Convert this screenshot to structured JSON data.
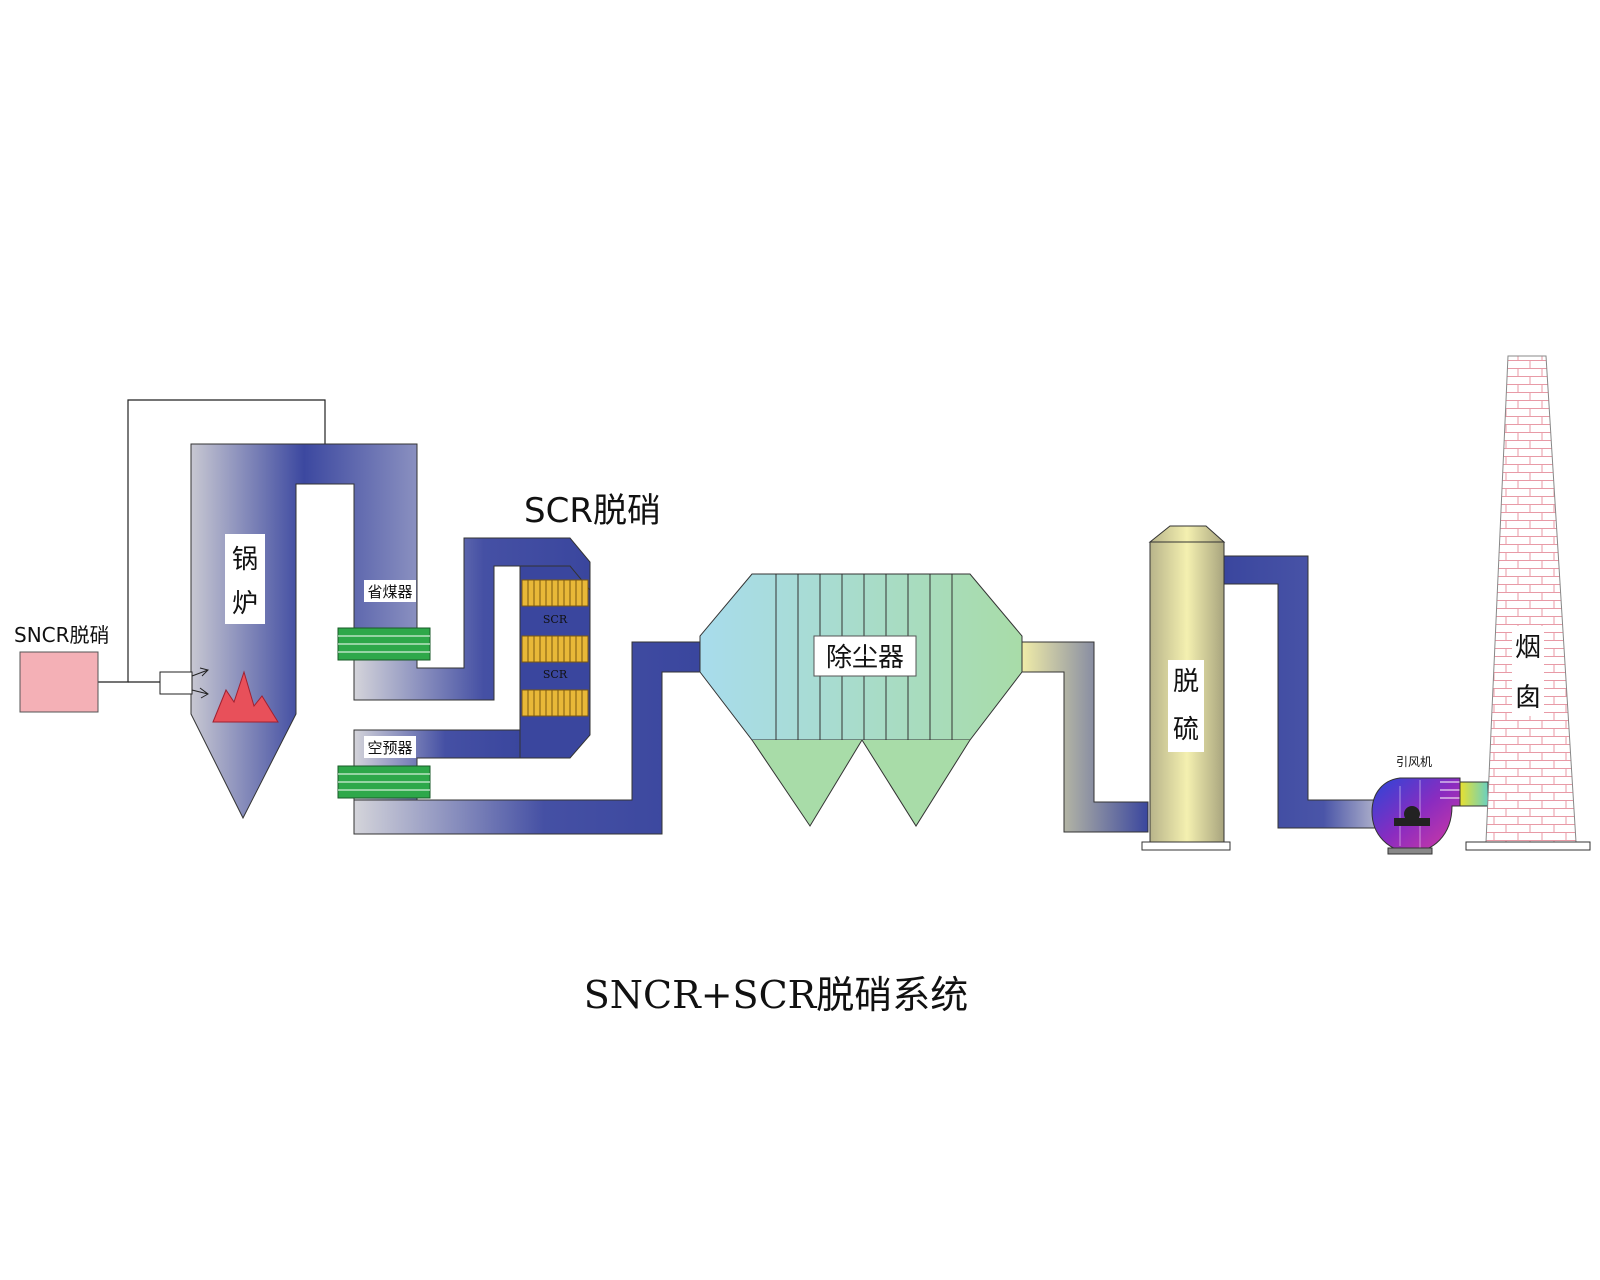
{
  "labels": {
    "sncr": "SNCR脱硝",
    "scr_title": "SCR脱硝",
    "boiler_1": "锅",
    "boiler_2": "炉",
    "economizer": "省煤器",
    "air_preheater": "空预器",
    "scr_layer_1": "SCR",
    "scr_layer_2": "SCR",
    "dust_collector": "除尘器",
    "desulfur_1": "脱",
    "desulfur_2": "硫",
    "chimney_1": "烟",
    "chimney_2": "囱",
    "fan": "引风机",
    "caption": "SNCR+SCR脱硝系统"
  },
  "colors": {
    "duct_dark": "#3c48a0",
    "duct_light": "#d8d8dc",
    "sncr_box": "#f4b0b6",
    "flame": "#e8505a",
    "heat_exchanger": "#2ea84a",
    "catalyst": "#e8b838",
    "dust_left": "#a8dcec",
    "dust_right": "#a8dca8",
    "desulfur": "#f0ecac",
    "chimney_brick": "#e89aa6",
    "fan": "#7a2cb8",
    "connector_yellow": "#e8e040"
  }
}
